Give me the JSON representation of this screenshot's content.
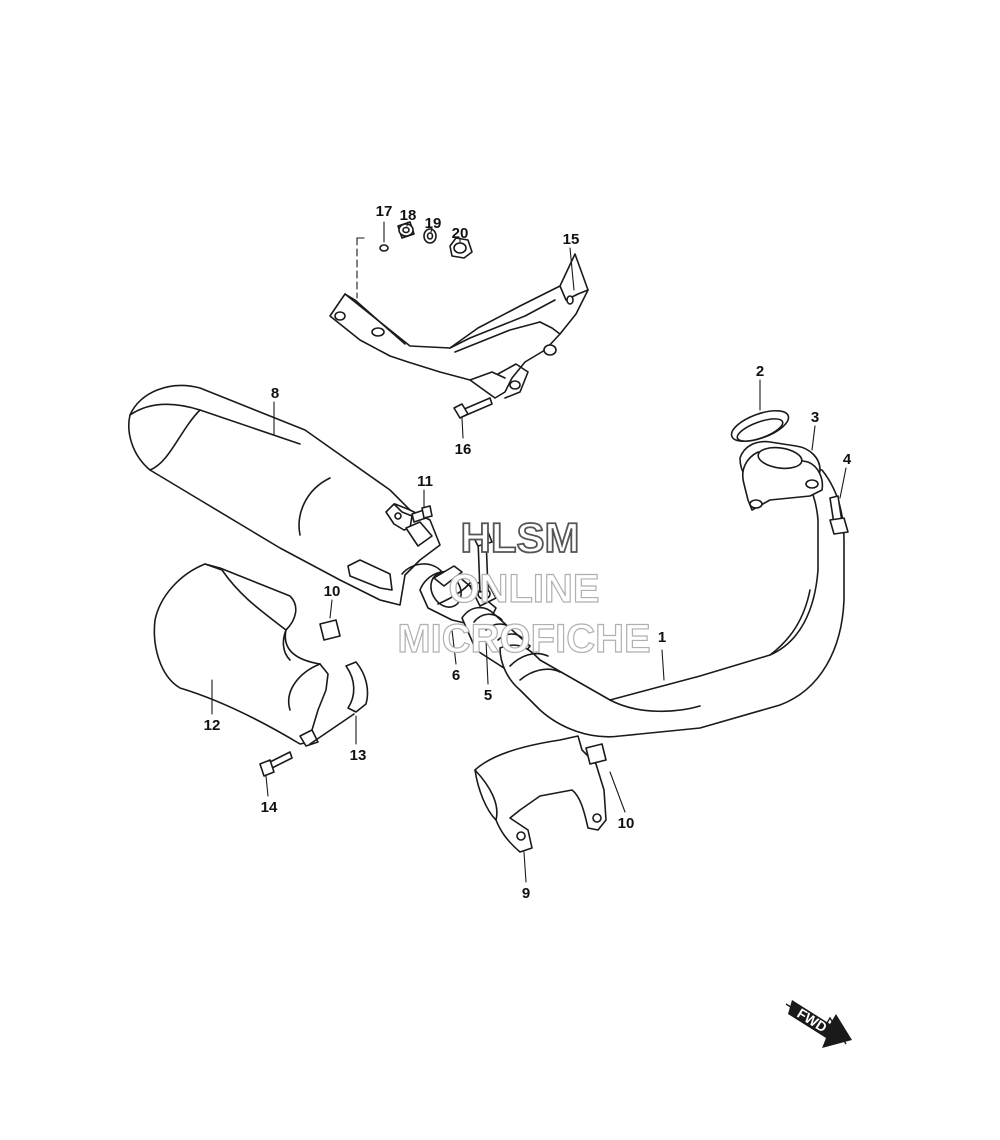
{
  "diagram": {
    "callouts": [
      {
        "id": "c1",
        "label": "1"
      },
      {
        "id": "c2",
        "label": "2"
      },
      {
        "id": "c3",
        "label": "3"
      },
      {
        "id": "c4",
        "label": "4"
      },
      {
        "id": "c5",
        "label": "5"
      },
      {
        "id": "c6",
        "label": "6"
      },
      {
        "id": "c8",
        "label": "8"
      },
      {
        "id": "c9",
        "label": "9"
      },
      {
        "id": "c10a",
        "label": "10"
      },
      {
        "id": "c10b",
        "label": "10"
      },
      {
        "id": "c11",
        "label": "11"
      },
      {
        "id": "c12",
        "label": "12"
      },
      {
        "id": "c13",
        "label": "13"
      },
      {
        "id": "c14",
        "label": "14"
      },
      {
        "id": "c15",
        "label": "15"
      },
      {
        "id": "c16",
        "label": "16"
      },
      {
        "id": "c17",
        "label": "17"
      },
      {
        "id": "c18",
        "label": "18"
      },
      {
        "id": "c19",
        "label": "19"
      },
      {
        "id": "c20",
        "label": "20"
      }
    ],
    "watermark": {
      "line1": "HLSM",
      "line2": "ONLINE",
      "line3": "MICROFICHE"
    },
    "direction_arrow": {
      "label": "FWD"
    }
  }
}
